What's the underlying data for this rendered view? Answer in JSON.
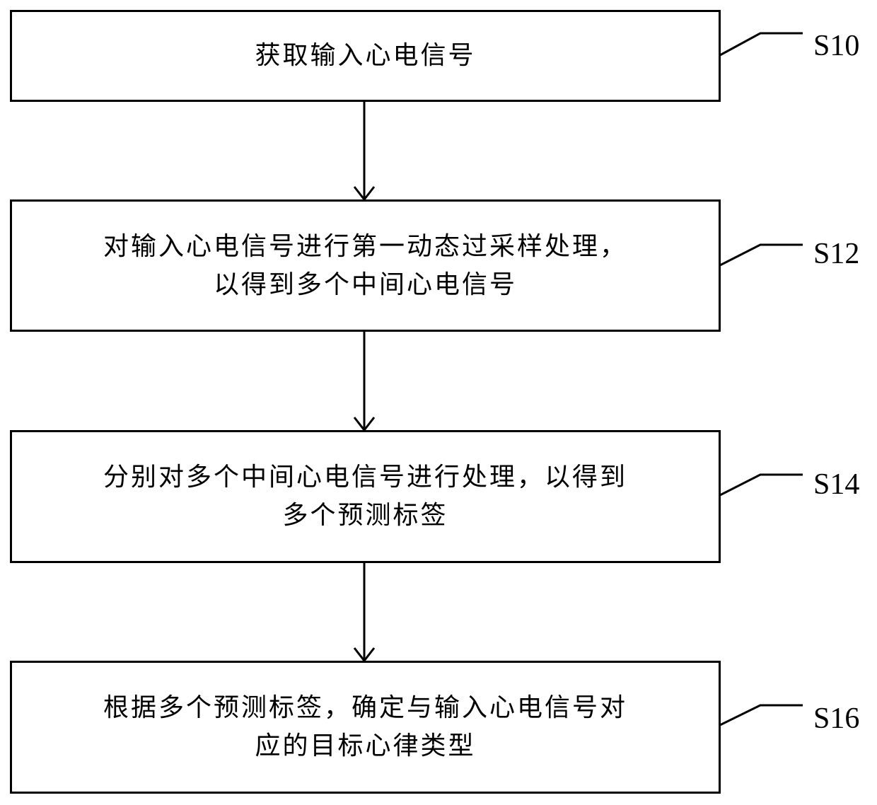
{
  "flowchart": {
    "steps": [
      {
        "id": "S10",
        "label": "S10",
        "lines": [
          "获取输入心电信号"
        ]
      },
      {
        "id": "S12",
        "label": "S12",
        "lines": [
          "对输入心电信号进行第一动态过采样处理，",
          "以得到多个中间心电信号"
        ]
      },
      {
        "id": "S14",
        "label": "S14",
        "lines": [
          "分别对多个中间心电信号进行处理，以得到",
          "多个预测标签"
        ]
      },
      {
        "id": "S16",
        "label": "S16",
        "lines": [
          "根据多个预测标签，确定与输入心电信号对",
          "应的目标心律类型"
        ]
      }
    ]
  }
}
